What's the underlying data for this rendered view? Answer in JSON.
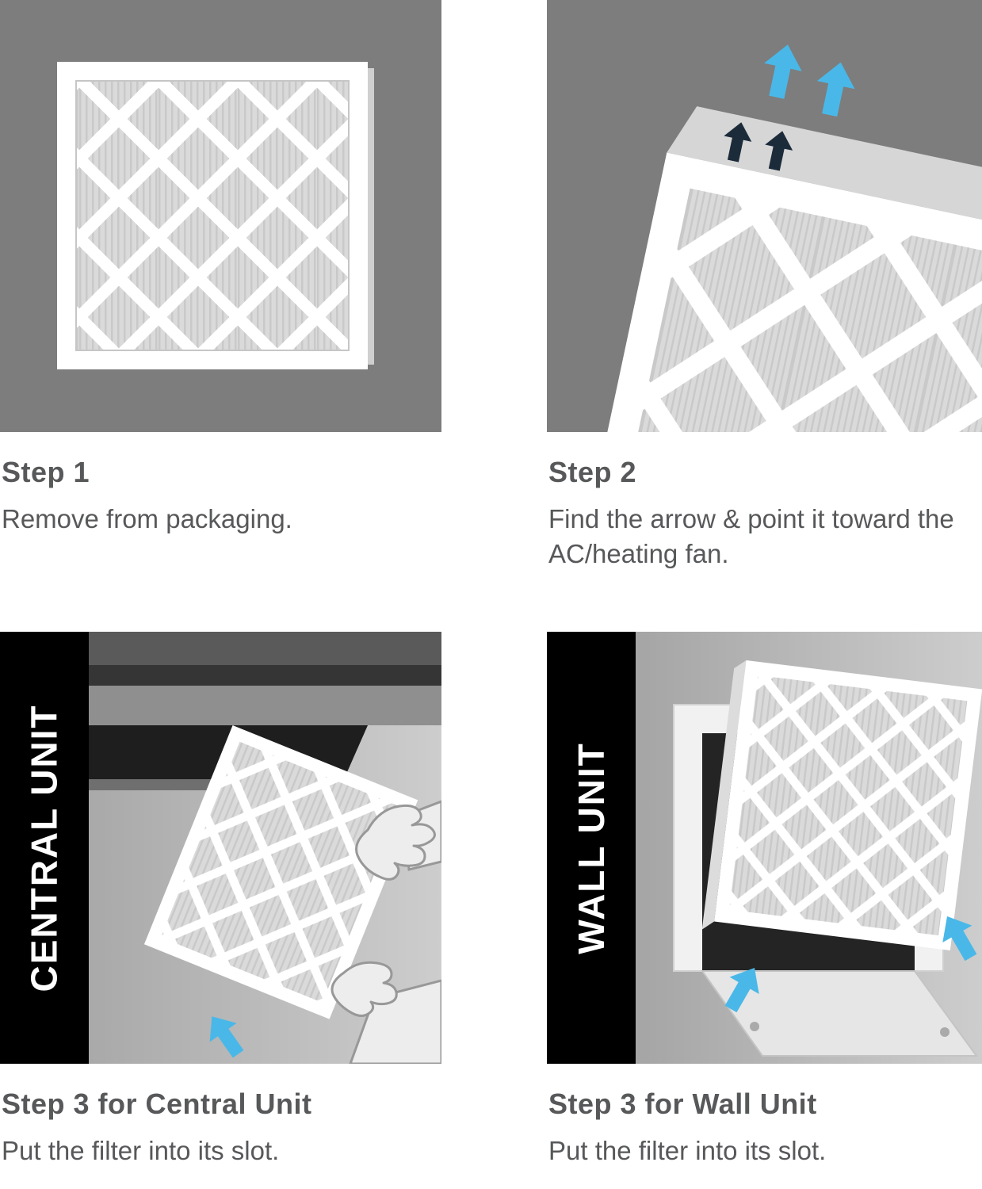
{
  "colors": {
    "panel_gray": "#7d7d7d",
    "accent_blue": "#49b8e8",
    "dark_arrow_navy": "#1c2b3a",
    "text_gray": "#57585a",
    "banner_black": "#000000",
    "filter_frame_white": "#ffffff"
  },
  "icons": {
    "airflow_arrow": "up-arrow"
  },
  "steps": {
    "step1": {
      "title": "Step 1",
      "caption": "Remove from packaging."
    },
    "step2": {
      "title": "Step 2",
      "caption": "Find the arrow & point it toward the AC/heating fan."
    },
    "step3_central": {
      "banner": "CENTRAL UNIT",
      "title": "Step 3 for Central Unit",
      "caption": "Put the filter into its slot."
    },
    "step3_wall": {
      "banner": "WALL UNIT",
      "title": "Step 3 for Wall Unit",
      "caption": "Put the filter into its slot."
    }
  }
}
